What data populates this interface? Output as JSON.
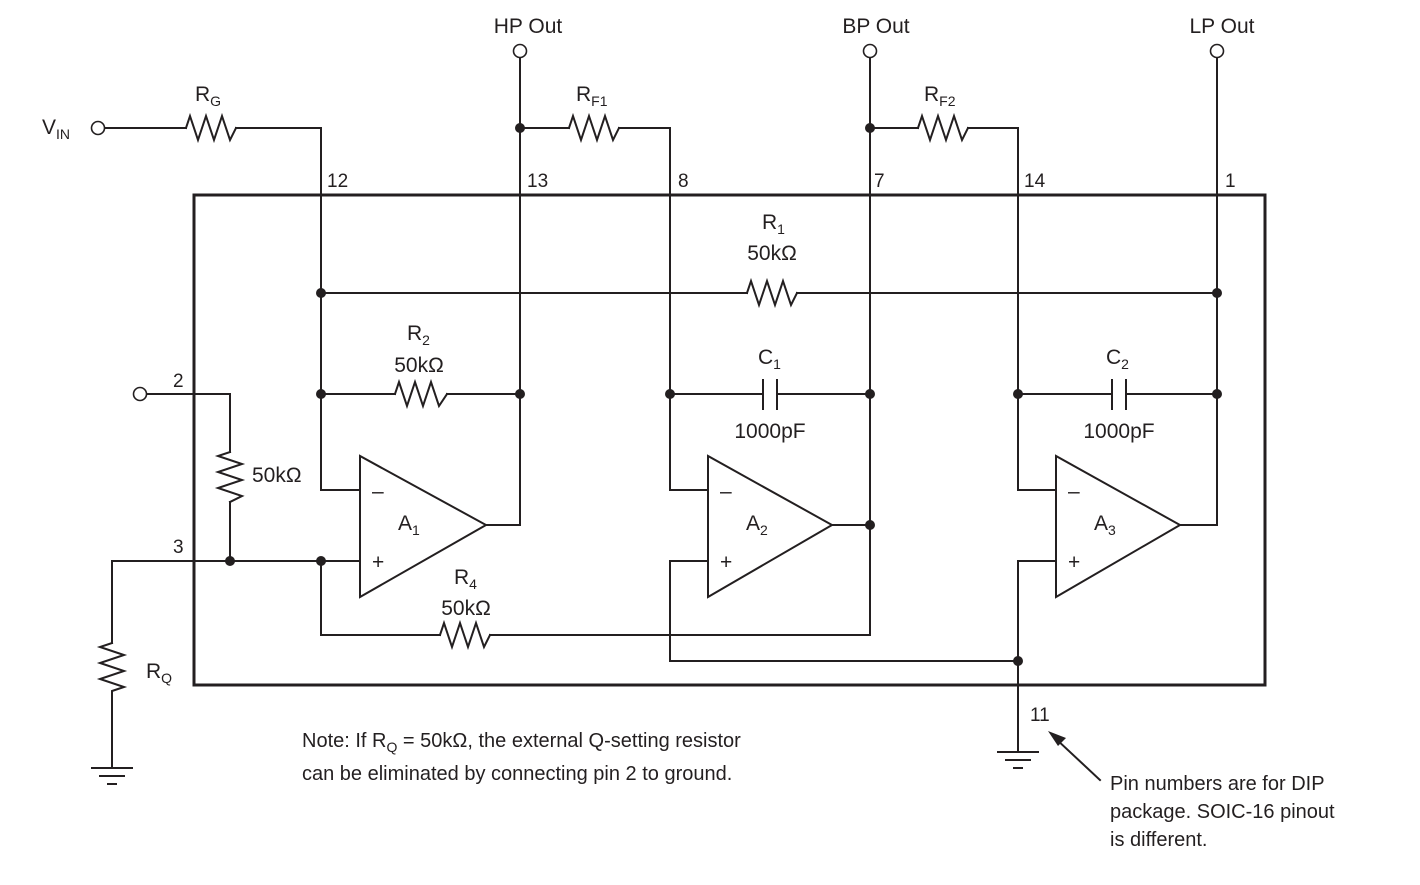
{
  "outputs": {
    "hp": "HP Out",
    "bp": "BP Out",
    "lp": "LP Out"
  },
  "input": {
    "main": "V",
    "sub": "IN"
  },
  "pins": {
    "p12": "12",
    "p13": "13",
    "p8": "8",
    "p7": "7",
    "p14": "14",
    "p1": "1",
    "p2": "2",
    "p3": "3",
    "p11": "11"
  },
  "components": {
    "rg": {
      "main": "R",
      "sub": "G"
    },
    "rf1": {
      "main": "R",
      "sub": "F1"
    },
    "rf2": {
      "main": "R",
      "sub": "F2"
    },
    "r1": {
      "main": "R",
      "sub": "1",
      "value": "50kΩ"
    },
    "r2": {
      "main": "R",
      "sub": "2",
      "value": "50kΩ"
    },
    "r3": {
      "value": "50kΩ"
    },
    "r4": {
      "main": "R",
      "sub": "4",
      "value": "50kΩ"
    },
    "rq": {
      "main": "R",
      "sub": "Q"
    },
    "c1": {
      "main": "C",
      "sub": "1",
      "value": "1000pF"
    },
    "c2": {
      "main": "C",
      "sub": "2",
      "value": "1000pF"
    },
    "a1": {
      "main": "A",
      "sub": "1"
    },
    "a2": {
      "main": "A",
      "sub": "2"
    },
    "a3": {
      "main": "A",
      "sub": "3"
    }
  },
  "opamp_signs": {
    "minus": "–",
    "plus": "+"
  },
  "note": {
    "line1_prefix": "Note: If R",
    "line1_sub": "Q",
    "line1_suffix": " = 50kΩ, the external Q-setting resistor",
    "line2": "can be eliminated by connecting pin 2 to ground."
  },
  "pin_note": {
    "line1": "Pin numbers are for DIP",
    "line2": "package. SOIC-16 pinout",
    "line3": "is different."
  }
}
